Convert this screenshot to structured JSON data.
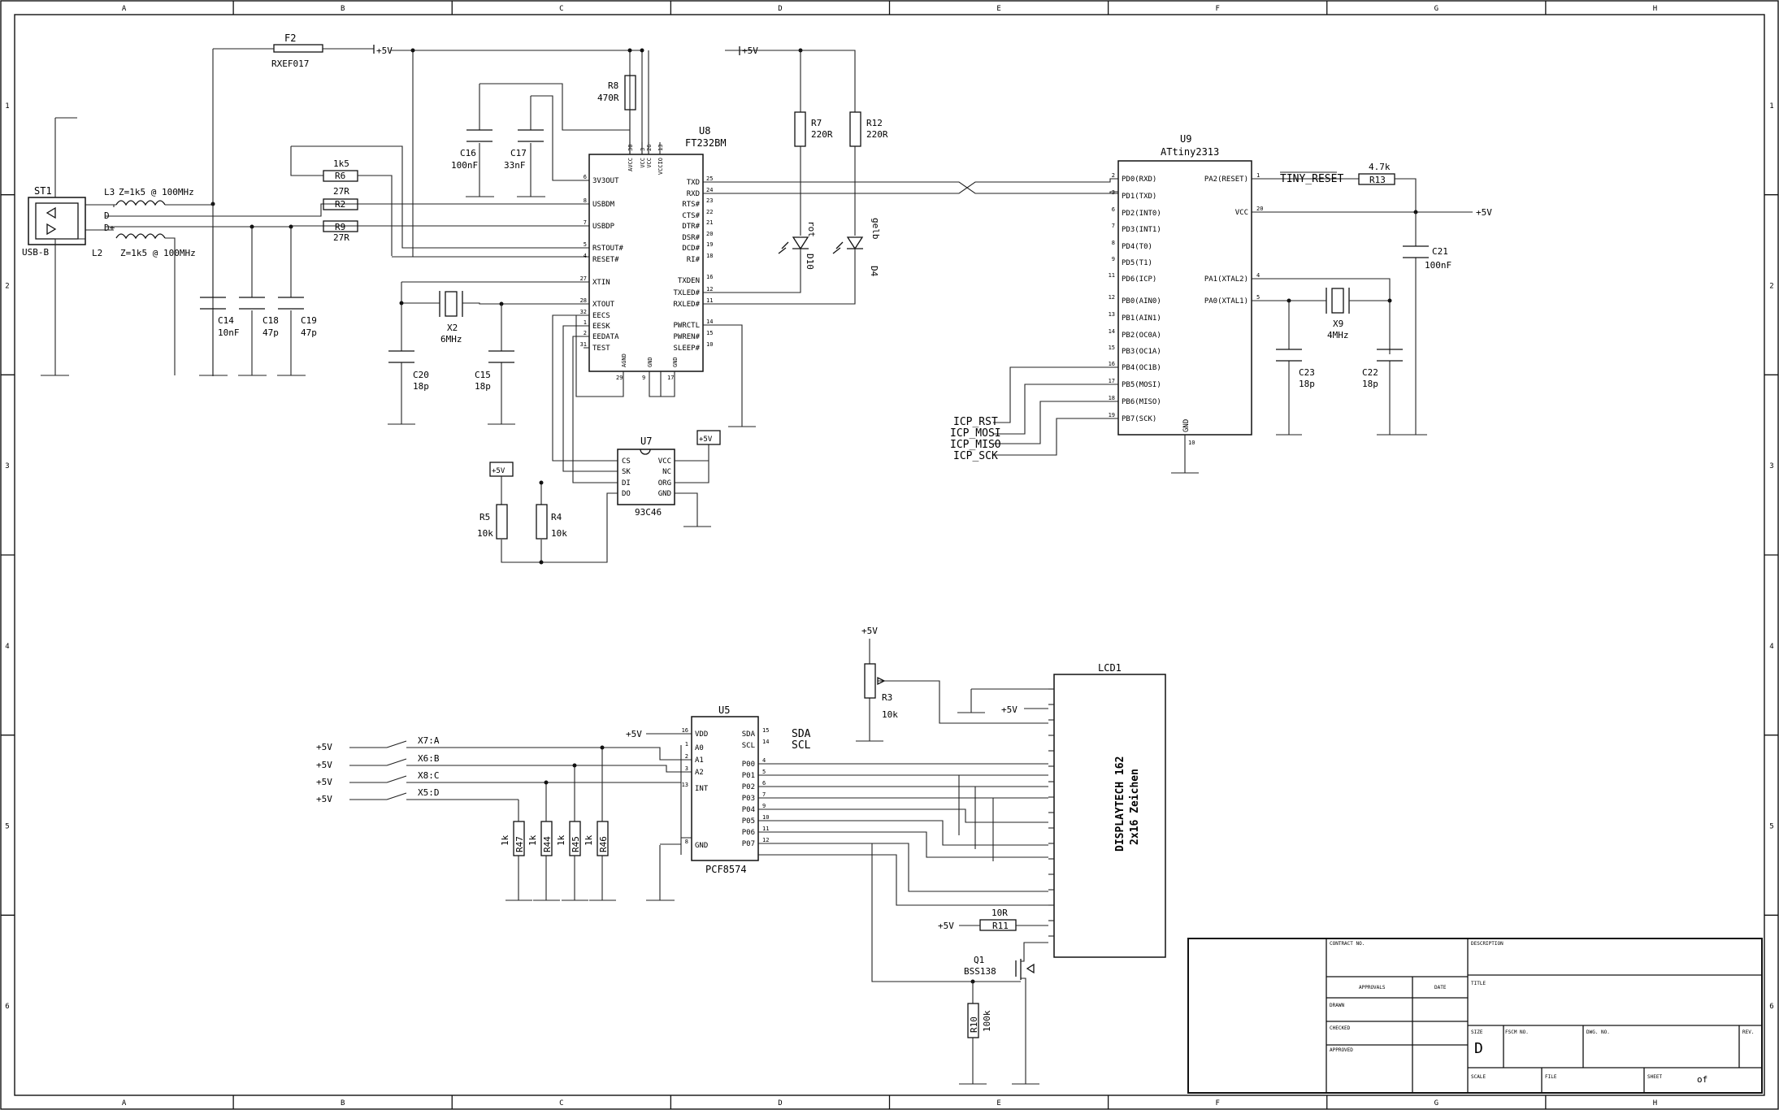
{
  "grid": {
    "cols": [
      "A",
      "B",
      "C",
      "D",
      "E",
      "F",
      "G",
      "H"
    ],
    "rows": [
      "1",
      "2",
      "3",
      "4",
      "5",
      "6"
    ]
  },
  "usb": {
    "ref": "ST1",
    "value": "USB-B",
    "dm": "D-",
    "dp": "D+"
  },
  "l3": {
    "ref": "L3",
    "value": "Z=1k5 @ 100MHz"
  },
  "l2": {
    "ref": "L2",
    "value": "Z=1k5 @ 100MHz"
  },
  "f2": {
    "ref": "F2",
    "value": "RXEF017"
  },
  "r6": {
    "ref": "R6",
    "value": "1k5"
  },
  "r2": {
    "ref": "R2",
    "value": "27R"
  },
  "r9": {
    "ref": "R9",
    "value": "27R"
  },
  "r8": {
    "ref": "R8",
    "value": "470R"
  },
  "r7": {
    "ref": "R7",
    "value": "220R"
  },
  "r12": {
    "ref": "R12",
    "value": "220R"
  },
  "r13": {
    "ref": "R13",
    "value": "4.7k"
  },
  "r5": {
    "ref": "R5",
    "value": "10k"
  },
  "r4": {
    "ref": "R4",
    "value": "10k"
  },
  "r3": {
    "ref": "R3",
    "value": "10k"
  },
  "r11": {
    "ref": "R11",
    "value": "10R"
  },
  "r10": {
    "ref": "R10",
    "value": "100k"
  },
  "r47": {
    "ref": "R47",
    "value": "1k"
  },
  "r44": {
    "ref": "R44",
    "value": "1k"
  },
  "r45": {
    "ref": "R45",
    "value": "1k"
  },
  "r46": {
    "ref": "R46",
    "value": "1k"
  },
  "c14": {
    "ref": "C14",
    "value": "10nF"
  },
  "c18": {
    "ref": "C18",
    "value": "47p"
  },
  "c19": {
    "ref": "C19",
    "value": "47p"
  },
  "c16": {
    "ref": "C16",
    "value": "100nF"
  },
  "c17": {
    "ref": "C17",
    "value": "33nF"
  },
  "c20": {
    "ref": "C20",
    "value": "18p"
  },
  "c15": {
    "ref": "C15",
    "value": "18p"
  },
  "c21": {
    "ref": "C21",
    "value": "100nF"
  },
  "c23": {
    "ref": "C23",
    "value": "18p"
  },
  "c22": {
    "ref": "C22",
    "value": "18p"
  },
  "x2": {
    "ref": "X2",
    "value": "6MHz"
  },
  "x9": {
    "ref": "X9",
    "value": "4MHz"
  },
  "d10": {
    "ref": "D10",
    "value": "rot"
  },
  "d4": {
    "ref": "D4",
    "value": "gelb"
  },
  "q1": {
    "ref": "Q1",
    "value": "BSS138"
  },
  "supply": "+5V",
  "u8": {
    "ref": "U8",
    "part": "FT232BM",
    "left_pins": [
      {
        "num": "6",
        "name": "3V3OUT"
      },
      {
        "num": "8",
        "name": "USBDM"
      },
      {
        "num": "7",
        "name": "USBDP"
      },
      {
        "num": "5",
        "name": "RSTOUT#"
      },
      {
        "num": "4",
        "name": "RESET#"
      },
      {
        "num": "27",
        "name": "XTIN"
      },
      {
        "num": "28",
        "name": "XTOUT"
      },
      {
        "num": "32",
        "name": "EECS"
      },
      {
        "num": "1",
        "name": "EESK"
      },
      {
        "num": "2",
        "name": "EEDATA"
      },
      {
        "num": "31",
        "name": "TEST"
      }
    ],
    "right_pins": [
      {
        "num": "25",
        "name": "TXD"
      },
      {
        "num": "24",
        "name": "RXD"
      },
      {
        "num": "23",
        "name": "RTS#"
      },
      {
        "num": "22",
        "name": "CTS#"
      },
      {
        "num": "21",
        "name": "DTR#"
      },
      {
        "num": "20",
        "name": "DSR#"
      },
      {
        "num": "19",
        "name": "DCD#"
      },
      {
        "num": "18",
        "name": "RI#"
      },
      {
        "num": "16",
        "name": "TXDEN"
      },
      {
        "num": "12",
        "name": "TXLED#"
      },
      {
        "num": "11",
        "name": "RXLED#"
      },
      {
        "num": "14",
        "name": "PWRCTL"
      },
      {
        "num": "15",
        "name": "PWREN#"
      },
      {
        "num": "10",
        "name": "SLEEP#"
      }
    ],
    "top_pins": [
      {
        "num": "30",
        "name": "AVCC"
      },
      {
        "num": "3",
        "name": "VCC"
      },
      {
        "num": "26",
        "name": "VCC"
      },
      {
        "num": "13",
        "name": "VCCIO"
      }
    ],
    "bottom_pins": [
      {
        "num": "29",
        "name": "AGND"
      },
      {
        "num": "9",
        "name": "GND"
      },
      {
        "num": "17",
        "name": "GND"
      }
    ]
  },
  "u9": {
    "ref": "U9",
    "part": "ATtiny2313",
    "left_pins": [
      {
        "num": "2",
        "name": "PD0(RXD)"
      },
      {
        "num": "3",
        "name": "PD1(TXD)"
      },
      {
        "num": "6",
        "name": "PD2(INT0)"
      },
      {
        "num": "7",
        "name": "PD3(INT1)"
      },
      {
        "num": "8",
        "name": "PD4(T0)"
      },
      {
        "num": "9",
        "name": "PD5(T1)"
      },
      {
        "num": "11",
        "name": "PD6(ICP)"
      },
      {
        "num": "12",
        "name": "PB0(AIN0)"
      },
      {
        "num": "13",
        "name": "PB1(AIN1)"
      },
      {
        "num": "14",
        "name": "PB2(OC0A)"
      },
      {
        "num": "15",
        "name": "PB3(OC1A)"
      },
      {
        "num": "16",
        "name": "PB4(OC1B)"
      },
      {
        "num": "17",
        "name": "PB5(MOSI)"
      },
      {
        "num": "18",
        "name": "PB6(MISO)"
      },
      {
        "num": "19",
        "name": "PB7(SCK)"
      }
    ],
    "right_pins": [
      {
        "num": "1",
        "name": "PA2(RESET)"
      },
      {
        "num": "20",
        "name": "VCC"
      },
      {
        "num": "4",
        "name": "PA1(XTAL2)"
      },
      {
        "num": "5",
        "name": "PA0(XTAL1)"
      }
    ],
    "bottom_pin": {
      "num": "10",
      "name": "GND"
    }
  },
  "tiny_reset": "TINY_RESET",
  "icp": [
    "ICP_RST",
    "ICP_MOSI",
    "ICP_MISO",
    "ICP_SCK"
  ],
  "u7": {
    "ref": "U7",
    "part": "93C46",
    "left_pins": [
      "CS",
      "SK",
      "DI",
      "DO"
    ],
    "right_pins": [
      "VCC",
      "NC",
      "ORG",
      "GND"
    ]
  },
  "u5": {
    "ref": "U5",
    "part": "PCF8574",
    "left_pins": [
      {
        "num": "16",
        "name": "VDD"
      },
      {
        "num": "1",
        "name": "A0"
      },
      {
        "num": "2",
        "name": "A1"
      },
      {
        "num": "3",
        "name": "A2"
      },
      {
        "num": "13",
        "name": "INT"
      },
      {
        "num": "8",
        "name": "GND"
      }
    ],
    "right_pins": [
      {
        "num": "15",
        "name": "SDA"
      },
      {
        "num": "14",
        "name": "SCL"
      },
      {
        "num": "4",
        "name": "P00"
      },
      {
        "num": "5",
        "name": "P01"
      },
      {
        "num": "6",
        "name": "P02"
      },
      {
        "num": "7",
        "name": "P03"
      },
      {
        "num": "9",
        "name": "P04"
      },
      {
        "num": "10",
        "name": "P05"
      },
      {
        "num": "11",
        "name": "P06"
      },
      {
        "num": "12",
        "name": "P07"
      }
    ],
    "sda": "SDA",
    "scl": "SCL"
  },
  "switches": [
    "X7:A",
    "X6:B",
    "X8:C",
    "X5:D"
  ],
  "lcd": {
    "ref": "LCD1",
    "line1": "DISPLAYTECH 162",
    "line2": "2x16 Zeichen"
  },
  "title_block": {
    "contract_no": "CONTRACT NO.",
    "description": "DESCRIPTION",
    "approvals": "APPROVALS",
    "date": "DATE",
    "drawn": "DRAWN",
    "checked": "CHECKED",
    "approved": "APPROVED",
    "title": "TITLE",
    "size": "SIZE",
    "size_value": "D",
    "fscm_no": "FSCM NO.",
    "dwg_no": "DWG. NO.",
    "rev": "REV.",
    "scale": "SCALE",
    "file": "FILE",
    "sheet": "SHEET",
    "of": "of"
  }
}
